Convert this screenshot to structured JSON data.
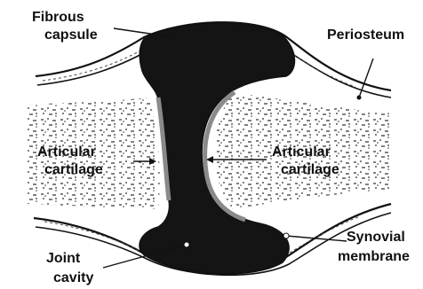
{
  "labels": {
    "fibrous_capsule_line1": "Fibrous",
    "fibrous_capsule_line2": "capsule",
    "periosteum": "Periosteum",
    "articular_cartilage_left_line1": "Articular",
    "articular_cartilage_left_line2": "cartilage",
    "articular_cartilage_right_line1": "Articular",
    "articular_cartilage_right_line2": "cartilage",
    "joint_cavity_line1": "Joint",
    "joint_cavity_line2": "cavity",
    "synovial_membrane_line1": "Synovial",
    "synovial_membrane_line2": "membrane"
  },
  "colors": {
    "ink": "#111111",
    "cavity": "#141414",
    "cartilage": "#8a8a8a",
    "background": "#ffffff"
  }
}
